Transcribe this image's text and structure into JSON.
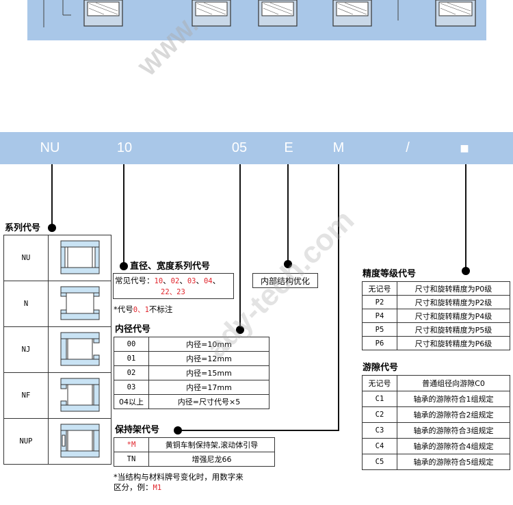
{
  "code_bar": {
    "segments": [
      {
        "id": "nu",
        "label": "NU"
      },
      {
        "id": "diameter",
        "label": "10"
      },
      {
        "id": "bore",
        "label": "05"
      },
      {
        "id": "internal",
        "label": "E"
      },
      {
        "id": "cage",
        "label": "M"
      },
      {
        "id": "slash",
        "label": "/"
      },
      {
        "id": "precision",
        "label": "■"
      }
    ]
  },
  "series_code": {
    "title": "系列代号",
    "rows": [
      {
        "code": "NU",
        "icon": "bearing-nu-icon"
      },
      {
        "code": "N",
        "icon": "bearing-n-icon"
      },
      {
        "code": "NJ",
        "icon": "bearing-nj-icon"
      },
      {
        "code": "NF",
        "icon": "bearing-nf-icon"
      },
      {
        "code": "NUP",
        "icon": "bearing-nup-icon"
      }
    ]
  },
  "diameter_width": {
    "title": "直径、宽度系列代号",
    "common_prefix": "常见代号：",
    "codes": [
      "10",
      "02",
      "03",
      "04"
    ],
    "code_line2": "22、23",
    "note_prefix": "*代号",
    "note_codes": "0、1",
    "note_suffix": "不标注"
  },
  "internal_structure": {
    "label": "内部结构优化"
  },
  "bore_code": {
    "title": "内径代号",
    "rows": [
      {
        "code": "00",
        "desc": "内径=10mm"
      },
      {
        "code": "01",
        "desc": "内径=12mm"
      },
      {
        "code": "02",
        "desc": "内径=15mm"
      },
      {
        "code": "03",
        "desc": "内径=17mm"
      },
      {
        "code": "04以上",
        "desc": "内径=尺寸代号×5"
      }
    ]
  },
  "cage_code": {
    "title": "保持架代号",
    "rows": [
      {
        "code": "*M",
        "desc": "黄铜车制保持架,滚动体引导"
      },
      {
        "code": "TN",
        "desc": "增强尼龙66"
      }
    ],
    "note_line1": "*当结构与材料牌号变化时，用数字来",
    "note_line2_prefix": "区分，例：",
    "note_example": "M1"
  },
  "precision_code": {
    "title": "精度等级代号",
    "rows": [
      {
        "code": "无记号",
        "desc": "尺寸和旋转精度为P0级"
      },
      {
        "code": "P2",
        "desc": "尺寸和旋转精度为P2级"
      },
      {
        "code": "P4",
        "desc": "尺寸和旋转精度为P4级"
      },
      {
        "code": "P5",
        "desc": "尺寸和旋转精度为P5级"
      },
      {
        "code": "P6",
        "desc": "尺寸和旋转精度为P6级"
      }
    ]
  },
  "clearance_code": {
    "title": "游隙代号",
    "rows": [
      {
        "code": "无记号",
        "desc": "普通组径向游隙C0"
      },
      {
        "code": "C1",
        "desc": "轴承的游隙符合1组规定"
      },
      {
        "code": "C2",
        "desc": "轴承的游隙符合2组规定"
      },
      {
        "code": "C3",
        "desc": "轴承的游隙符合3组规定"
      },
      {
        "code": "C4",
        "desc": "轴承的游隙符合4组规定"
      },
      {
        "code": "C5",
        "desc": "轴承的游隙符合5组规定"
      }
    ]
  },
  "watermark": {
    "main": "ady-tech.com",
    "top": "WWW."
  },
  "colors": {
    "accent": "#a9c7e8",
    "bearing_fill": "#c9e3f4",
    "red": "#e0232a"
  }
}
